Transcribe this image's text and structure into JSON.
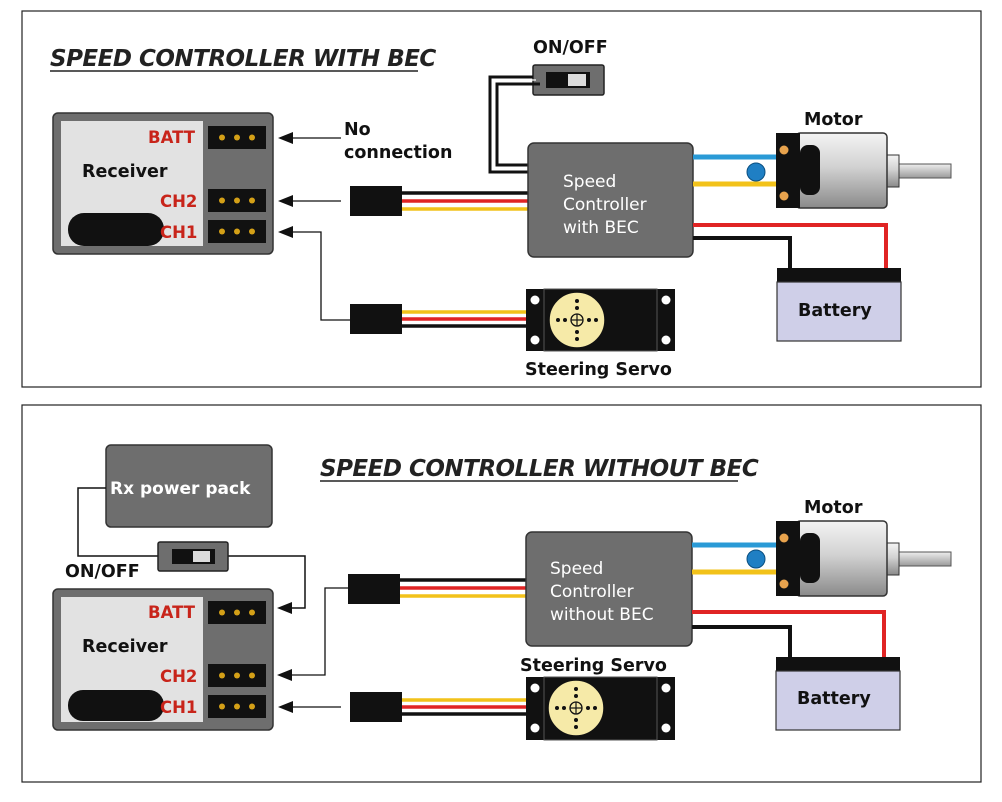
{
  "top": {
    "title": "SPEED CONTROLLER WITH BEC",
    "switch_label": "ON/OFF",
    "receiver": {
      "label": "Receiver",
      "batt": "BATT",
      "ch2": "CH2",
      "ch1": "CH1"
    },
    "no_connection": [
      "No",
      "connection"
    ],
    "controller": [
      "Speed",
      "Controller",
      "with BEC"
    ],
    "motor": "Motor",
    "battery": "Battery",
    "servo": "Steering Servo"
  },
  "bottom": {
    "title": "SPEED CONTROLLER WITHOUT BEC",
    "power_pack": "Rx power pack",
    "switch_label": "ON/OFF",
    "receiver": {
      "label": "Receiver",
      "batt": "BATT",
      "ch2": "CH2",
      "ch1": "CH1"
    },
    "controller": [
      "Speed",
      "Controller",
      "without BEC"
    ],
    "motor": "Motor",
    "battery": "Battery",
    "servo": "Steering Servo"
  },
  "colors": {
    "wire_red": "#e02424",
    "wire_black": "#111111",
    "wire_yellow": "#f2c21a",
    "wire_blue": "#2a9ad6",
    "label_red": "#c8241a",
    "box_gray": "#6e6e6e",
    "battery_fill": "#cfcfe8"
  }
}
